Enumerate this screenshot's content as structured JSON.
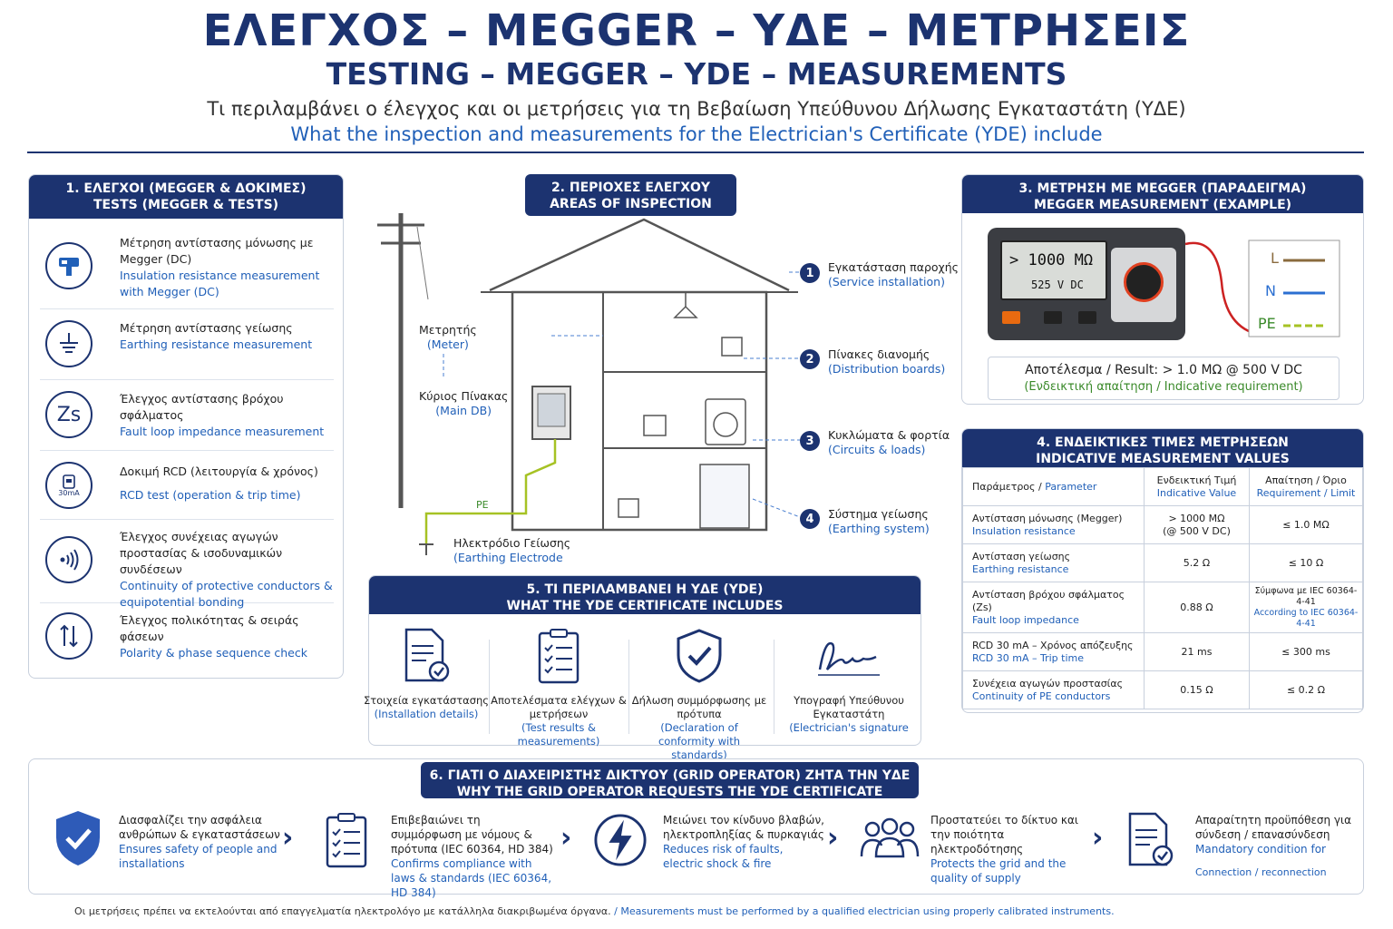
{
  "title": {
    "gr": "ΕΛΕΓΧΟΣ – MEGGER – ΥΔΕ – ΜΕΤΡΗΣΕΙΣ",
    "en": "TESTING – MEGGER – YDE – MEASUREMENTS",
    "sub_gr": "Τι περιλαμβάνει ο έλεγχος και οι μετρήσεις για τη Βεβαίωση Υπεύθυνου Δήλωσης Εγκαταστάτη (ΥΔΕ)",
    "sub_en": "What the inspection and measurements for the Electrician's Certificate (YDE) include"
  },
  "sec1": {
    "head_gr": "1. ΕΛΕΓΧΟΙ (MEGGER & ΔΟΚΙΜΕΣ)",
    "head_en": "TESTS (MEGGER & TESTS)",
    "items": [
      {
        "gr": "Μέτρηση αντίστασης μόνωσης με Megger (DC)",
        "en": "Insulation resistance measurement with Megger (DC)",
        "icon": "megger-icon"
      },
      {
        "gr": "Μέτρηση αντίστασης γείωσης",
        "en": "Earthing resistance measurement",
        "icon": "earth-icon"
      },
      {
        "gr": "Έλεγχος αντίστασης βρόχου σφάλματος",
        "en": "Fault loop impedance measurement",
        "icon": "zs-icon",
        "icon_text": "Zs"
      },
      {
        "gr": "Δοκιμή RCD (λειτουργία & χρόνος)",
        "en": "RCD test (operation & trip time)",
        "icon": "rcd-icon",
        "icon_text": "30mA"
      },
      {
        "gr": "Έλεγχος συνέχειας αγωγών προστασίας & ισοδυναμικών συνδέσεων",
        "en": "Continuity of protective conductors & equipotential bonding",
        "icon": "continuity-icon"
      },
      {
        "gr": "Έλεγχος πολικότητας & σειράς φάσεων",
        "en": "Polarity & phase sequence check",
        "icon": "polarity-icon"
      }
    ]
  },
  "sec2": {
    "head_gr": "2. ΠΕΡΙΟΧΕΣ ΕΛΕΓΧΟΥ",
    "head_en": "AREAS OF INSPECTION",
    "meter_gr": "Μετρητής",
    "meter_en": "(Meter)",
    "main_board_gr": "Κύριος Πίνακας",
    "main_board_en": "(Main DB)",
    "pe_label": "PE",
    "electrode_gr": "Ηλεκτρόδιο Γείωσης",
    "electrode_en": "(Earthing Electrode",
    "areas": [
      {
        "num": "1",
        "gr": "Εγκατάσταση παροχής",
        "en": "(Service installation)"
      },
      {
        "num": "2",
        "gr": "Πίνακες διανομής",
        "en": "(Distribution boards)"
      },
      {
        "num": "3",
        "gr": "Κυκλώματα & φορτία",
        "en": "(Circuits & loads)"
      },
      {
        "num": "4",
        "gr": "Σύστημα γείωσης",
        "en": "(Earthing system)"
      }
    ]
  },
  "sec3": {
    "head_gr": "3. ΜΕΤΡΗΣΗ ΜΕ MEGGER (ΠΑΡΑΔΕΙΓΜΑ)",
    "head_en": "MEGGER MEASUREMENT (EXAMPLE)",
    "display_value": "> 1000 MΩ",
    "display_voltage": "525 V DC",
    "line_l": "L",
    "line_n": "N",
    "line_pe": "PE",
    "result_label": "Αποτέλεσμα / Result:",
    "result_value": "> 1.0 MΩ @ 500 V DC",
    "requirement": "(Ενδεικτική απαίτηση / Indicative requirement)"
  },
  "sec4": {
    "head_gr": "4. ΕΝΔΕΙΚΤΙΚΕΣ ΤΙΜΕΣ ΜΕΤΡΗΣΕΩΝ",
    "head_en": "INDICATIVE MEASUREMENT VALUES",
    "col_param_gr": "Παράμετρος",
    "col_param_en": "Parameter",
    "col_value_gr": "Ενδεικτική Τιμή",
    "col_value_en": "Indicative Value",
    "col_limit_gr": "Απαίτηση / Όριο",
    "col_limit_en": "Requirement / Limit",
    "rows": [
      {
        "gr": "Αντίσταση μόνωσης (Megger)",
        "en": "Insulation resistance",
        "value": "> 1000 MΩ",
        "value2": "(@ 500 V DC)",
        "limit": "≤ 1.0 MΩ",
        "limit2": ""
      },
      {
        "gr": "Αντίσταση γείωσης",
        "en": "Earthing resistance",
        "value": "5.2 Ω",
        "value2": "",
        "limit": "≤ 10 Ω",
        "limit2": ""
      },
      {
        "gr": "Αντίσταση βρόχου σφάλματος (Zs)",
        "en": "Fault loop impedance",
        "value": "0.88 Ω",
        "value2": "",
        "limit": "Σύμφωνα με IEC 60364-4-41",
        "limit2": "According to IEC 60364-4-41"
      },
      {
        "gr": "RCD 30 mA – Χρόνος απόζευξης",
        "en": "RCD 30 mA – Trip time",
        "value": "21 ms",
        "value2": "",
        "limit": "≤ 300 ms",
        "limit2": ""
      },
      {
        "gr": "Συνέχεια αγωγών προστασίας",
        "en": "Continuity of PE conductors",
        "value": "0.15 Ω",
        "value2": "",
        "limit": "≤ 0.2 Ω",
        "limit2": ""
      }
    ]
  },
  "sec5": {
    "head_gr": "5. ΤΙ ΠΕΡΙΛΑΜΒΑΝΕΙ Η ΥΔΕ (YDE)",
    "head_en": "WHAT THE YDE CERTIFICATE INCLUDES",
    "items": [
      {
        "gr": "Στοιχεία εγκατάστασης",
        "en": "(Installation details)"
      },
      {
        "gr": "Αποτελέσματα ελέγχων & μετρήσεων",
        "en": "(Test results & measurements)"
      },
      {
        "gr": "Δήλωση συμμόρφωσης με πρότυπα",
        "en": "(Declaration of conformity with standards)"
      },
      {
        "gr": "Υπογραφή Υπεύθυνου Εγκαταστάτη",
        "en": "(Electrician's signature"
      }
    ]
  },
  "sec6": {
    "head_gr": "6. ΓΙΑΤΙ Ο ΔΙΑΧΕΙΡΙΣΤΗΣ ΔΙΚΤΥΟΥ (GRID OPERATOR) ΖΗΤΑ ΤΗΝ ΥΔΕ",
    "head_en": "WHY THE GRID OPERATOR REQUESTS THE YDE CERTIFICATE",
    "items": [
      {
        "gr": "Διασφαλίζει την ασφάλεια ανθρώπων & εγκαταστάσεων",
        "en": "Ensures safety of people and installations"
      },
      {
        "gr": "Επιβεβαιώνει τη συμμόρφωση με νόμους & πρότυπα (IEC 60364, HD 384)",
        "en": "Confirms compliance with laws & standards (IEC 60364, HD 384)"
      },
      {
        "gr": "Μειώνει τον κίνδυνο βλαβών, ηλεκτροπληξίας & πυρκαγιάς",
        "en": "Reduces risk of faults, electric shock & fire"
      },
      {
        "gr": "Προστατεύει το δίκτυο και την ποιότητα ηλεκτροδότησης",
        "en": "Protects the grid and the quality of supply"
      },
      {
        "gr": "Απαραίτητη προϋπόθεση για σύνδεση / επανασύνδεση",
        "en": "Mandatory condition for",
        "en2": "Connection / reconnection"
      }
    ],
    "chevron": "›"
  },
  "footer": {
    "gr": "Οι μετρήσεις πρέπει να εκτελούνται από επαγγελματία ηλεκτρολόγο με κατάλληλα διακριβωμένα όργανα.",
    "en": "/ Measurements must be performed by a qualified electrician using properly calibrated instruments."
  }
}
